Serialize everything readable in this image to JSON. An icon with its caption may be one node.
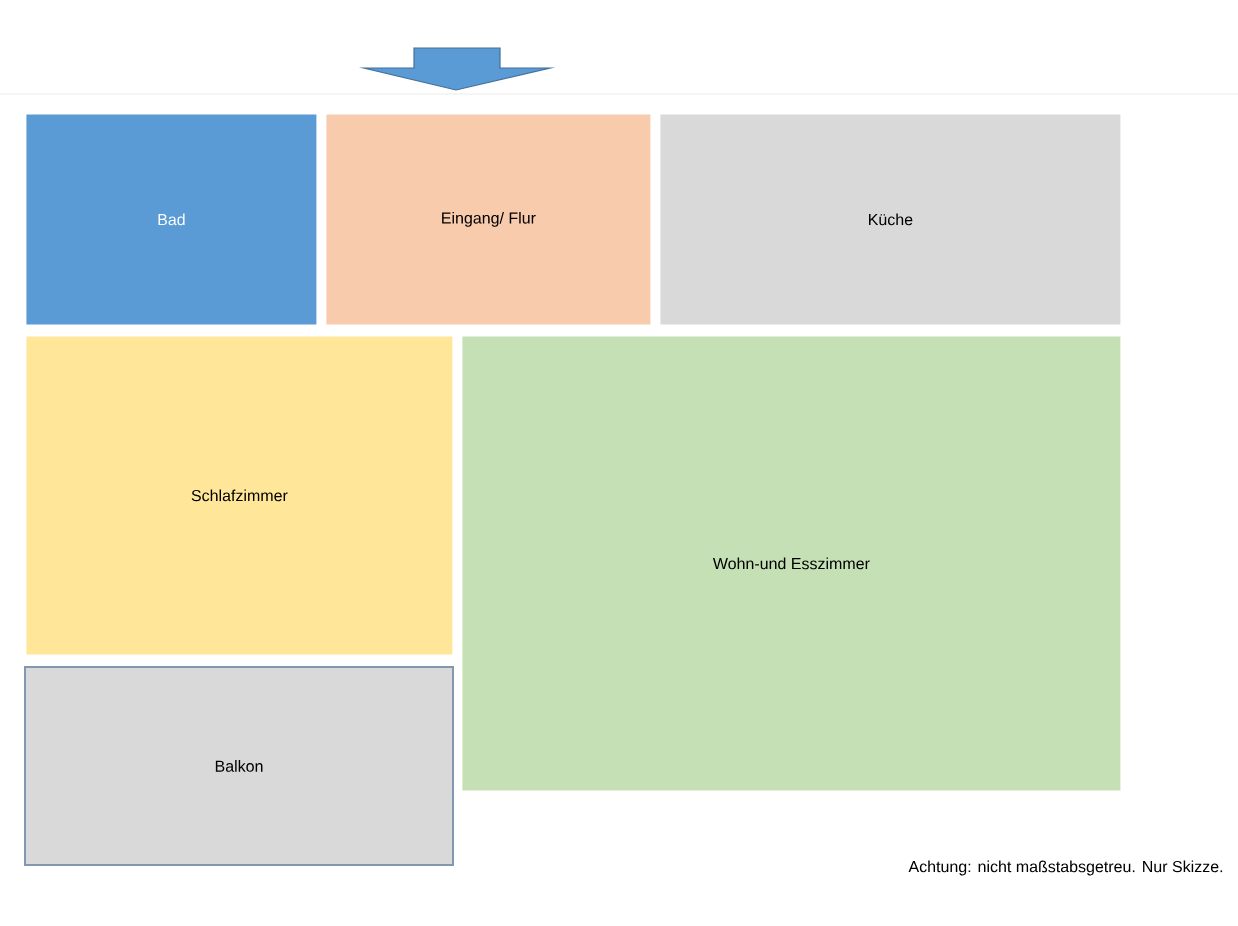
{
  "diagram": {
    "nodes": [
      {
        "text": [
          "Bad"
        ]
      },
      {
        "text": [
          "Eingang/ Flur"
        ]
      },
      {
        "text": [
          "Küche"
        ]
      },
      {
        "text": [
          "Schlafzimmer"
        ]
      },
      {
        "text": [
          "Wohn-und Esszimmer"
        ]
      },
      {
        "text": [
          "Balkon"
        ]
      }
    ],
    "labels": [
      "Achtung: nicht maßstabsgetreu. Nur Skizze."
    ]
  }
}
